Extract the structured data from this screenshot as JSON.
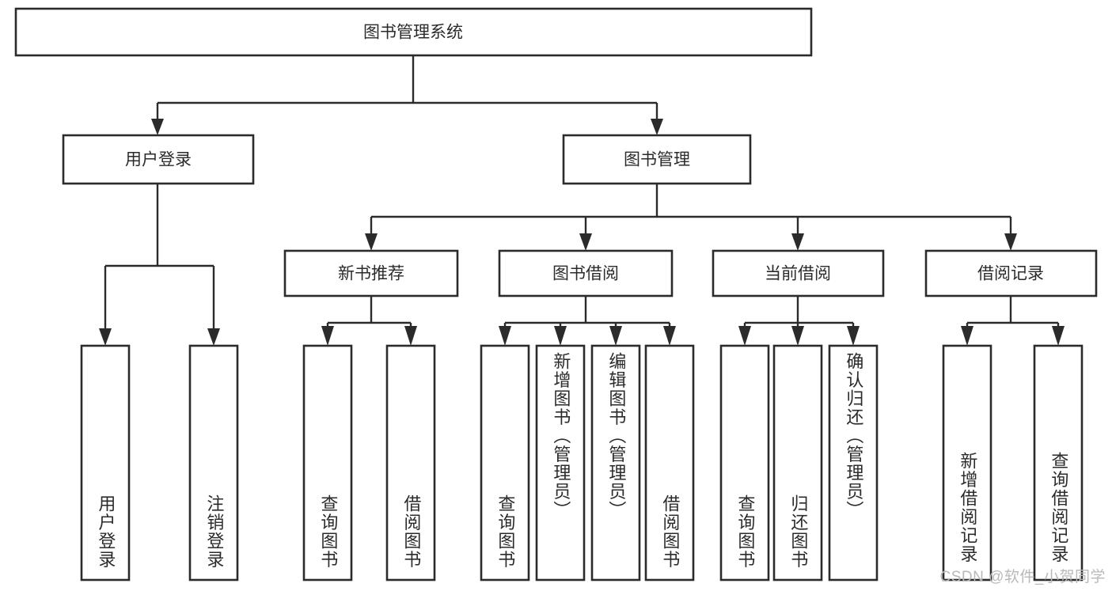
{
  "diagram": {
    "type": "hierarchy-tree",
    "title": "图书管理系统",
    "watermark": "CSDN @软件_小贺同学",
    "theme": {
      "background": "#ffffff",
      "stroke": "#2b2b2b",
      "box_fill": "#ffffff",
      "text": "#2b2b2b",
      "watermark_color": "#b9b9b9"
    },
    "levels": [
      {
        "level": 1,
        "nodes": [
          {
            "id": "root",
            "label": "图书管理系统",
            "orientation": "horizontal"
          }
        ]
      },
      {
        "level": 2,
        "nodes": [
          {
            "id": "user-login",
            "label": "用户登录",
            "orientation": "horizontal",
            "parent": "root"
          },
          {
            "id": "book-manage",
            "label": "图书管理",
            "orientation": "horizontal",
            "parent": "root"
          }
        ]
      },
      {
        "level": 3,
        "nodes": [
          {
            "id": "new-book-recommend",
            "label": "新书推荐",
            "orientation": "horizontal",
            "parent": "book-manage"
          },
          {
            "id": "book-borrow",
            "label": "图书借阅",
            "orientation": "horizontal",
            "parent": "book-manage"
          },
          {
            "id": "current-borrow",
            "label": "当前借阅",
            "orientation": "horizontal",
            "parent": "book-manage"
          },
          {
            "id": "borrow-record",
            "label": "借阅记录",
            "orientation": "horizontal",
            "parent": "book-manage"
          }
        ]
      },
      {
        "level": 4,
        "nodes": [
          {
            "id": "leaf-user-login",
            "label": "用户登录",
            "orientation": "vertical",
            "anchor": "bottom",
            "parent": "user-login"
          },
          {
            "id": "leaf-user-logout",
            "label": "注销登录",
            "orientation": "vertical",
            "anchor": "bottom",
            "parent": "user-login"
          },
          {
            "id": "leaf-query-book-1",
            "label": "查询图书",
            "orientation": "vertical",
            "anchor": "bottom",
            "parent": "new-book-recommend"
          },
          {
            "id": "leaf-borrow-book-1",
            "label": "借阅图书",
            "orientation": "vertical",
            "anchor": "bottom",
            "parent": "new-book-recommend"
          },
          {
            "id": "leaf-query-book-2",
            "label": "查询图书",
            "orientation": "vertical",
            "anchor": "bottom",
            "parent": "book-borrow"
          },
          {
            "id": "leaf-add-book",
            "label": "新增图书（管理员）",
            "orientation": "vertical",
            "anchor": "top",
            "parent": "book-borrow"
          },
          {
            "id": "leaf-edit-book",
            "label": "编辑图书（管理员）",
            "orientation": "vertical",
            "anchor": "top",
            "parent": "book-borrow"
          },
          {
            "id": "leaf-borrow-book-2",
            "label": "借阅图书",
            "orientation": "vertical",
            "anchor": "bottom",
            "parent": "book-borrow"
          },
          {
            "id": "leaf-query-book-3",
            "label": "查询图书",
            "orientation": "vertical",
            "anchor": "bottom",
            "parent": "current-borrow"
          },
          {
            "id": "leaf-return-book",
            "label": "归还图书",
            "orientation": "vertical",
            "anchor": "bottom",
            "parent": "current-borrow"
          },
          {
            "id": "leaf-confirm-return",
            "label": "确认归还（管理员）",
            "orientation": "vertical",
            "anchor": "top",
            "parent": "current-borrow"
          },
          {
            "id": "leaf-add-record",
            "label": "新增借阅记录",
            "orientation": "vertical",
            "anchor": "bottom",
            "parent": "borrow-record"
          },
          {
            "id": "leaf-query-record",
            "label": "查询借阅记录",
            "orientation": "vertical",
            "anchor": "bottom",
            "parent": "borrow-record"
          }
        ]
      }
    ]
  }
}
